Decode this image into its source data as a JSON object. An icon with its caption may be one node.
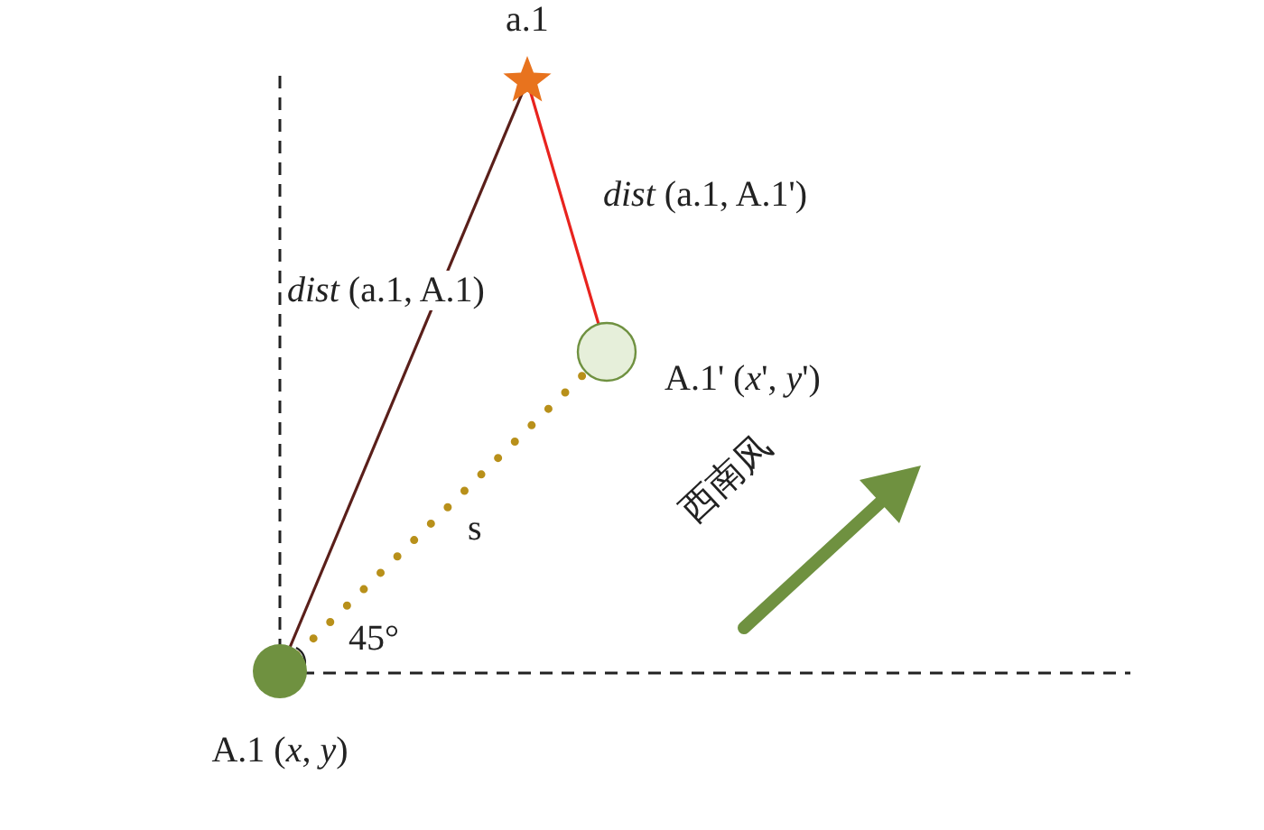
{
  "diagram": {
    "nodes": [
      {
        "text": [
          "a.1"
        ]
      },
      {
        "text": [
          "A.1' (*x*', *y*')"
        ]
      },
      {
        "text": [
          "A.1 (*x*, *y*)"
        ]
      }
    ],
    "edges": [
      {
        "from": 2,
        "to": 0,
        "arrow": "none",
        "label": "*dist* (a.1, A.1)",
        "color": "#5a1f1a"
      },
      {
        "from": 1,
        "to": 0,
        "arrow": "none",
        "label": "*dist* (a.1, A.1')",
        "color": "#e8231e"
      },
      {
        "from": 2,
        "to": 1,
        "arrow": "none",
        "label": "s",
        "style": "dashed",
        "color": "#b8901a"
      }
    ],
    "labels": [
      "45°",
      "西南风"
    ]
  }
}
